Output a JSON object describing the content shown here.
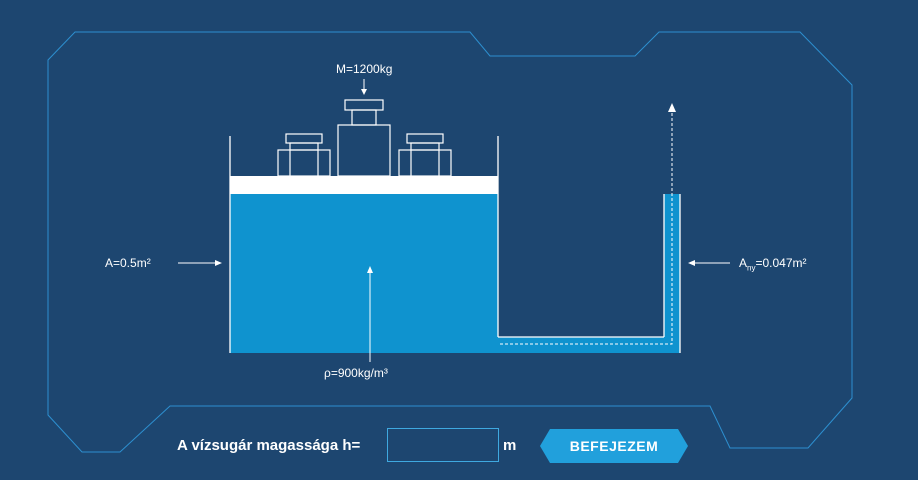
{
  "diagram": {
    "mass_label": "M=1200kg",
    "area_label": "A=0.5m²",
    "nozzle_area": {
      "prefix": "A",
      "subscript": "ny",
      "suffix": "=0.047m²"
    },
    "density_label": "ρ=900kg/m³"
  },
  "answer": {
    "prompt": "A vízsugár magassága h=",
    "input_value": "",
    "unit": "m",
    "button_label": "BEFEJEZEM"
  },
  "colors": {
    "background": "#1d4670",
    "frame": "#2d8fcf",
    "water": "#0f93cf",
    "button": "#21a0dc"
  }
}
